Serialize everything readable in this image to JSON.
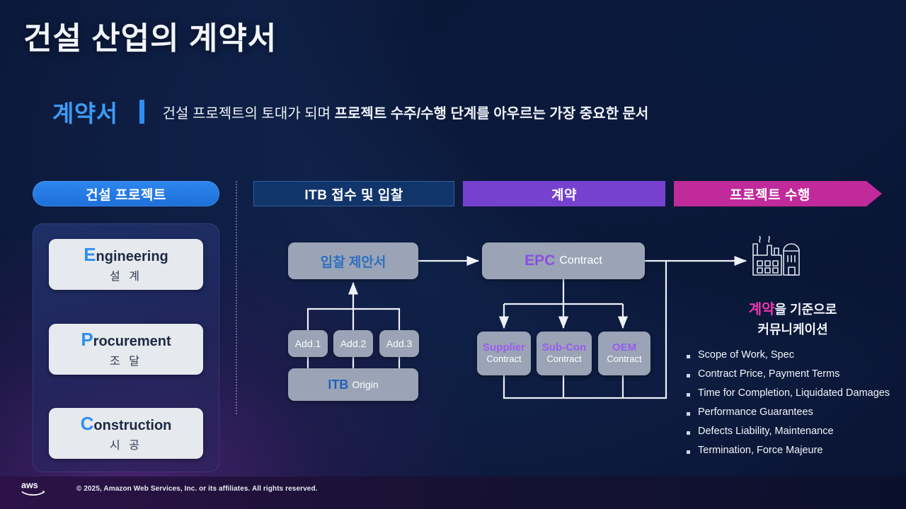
{
  "slide": {
    "title": "건설 산업의 계약서",
    "subtitle": {
      "key": "계약서",
      "text_plain_1": "건설 프로젝트의  토대가 되며 ",
      "text_bold": "프로젝트 수주/수행 단계를 아우르는 가장 중요한 문서"
    }
  },
  "phases": [
    {
      "label": "건설 프로젝트",
      "color": "#2e86ef"
    },
    {
      "label": "ITB 접수 및 입찰",
      "color": "#11356b"
    },
    {
      "label": "계약",
      "color": "#7641cf"
    },
    {
      "label": "프로젝트 수행",
      "color": "#c02a9a"
    }
  ],
  "epc_cards": [
    {
      "initial": "E",
      "rest": "ngineering",
      "korean": "설 계"
    },
    {
      "initial": "P",
      "rest": "rocurement",
      "korean": "조 달"
    },
    {
      "initial": "C",
      "rest": "onstruction",
      "korean": "시 공"
    }
  ],
  "diagram": {
    "bid_proposal": "입찰 제안서",
    "addenda": [
      "Add.1",
      "Add.2",
      "Add.3"
    ],
    "itb_origin": {
      "code": "ITB",
      "suffix": "Origin"
    },
    "epc_contract": {
      "code": "EPC",
      "suffix": "Contract"
    },
    "sub_contracts": [
      {
        "code": "Supplier",
        "suffix": "Contract"
      },
      {
        "code": "Sub-Con",
        "suffix": "Contract"
      },
      {
        "code": "OEM",
        "suffix": "Contract"
      }
    ]
  },
  "right": {
    "icon": "factory-icon",
    "headline_highlight": "계약",
    "headline_rest": "을 기준으로",
    "headline_line2": "커뮤니케이션",
    "bullets": [
      "Scope of Work, Spec",
      "Contract Price, Payment Terms",
      "Time for Completion, Liquidated Damages",
      "Performance Guarantees",
      "Defects Liability, Maintenance",
      "Termination, Force Majeure"
    ]
  },
  "footer": {
    "logo": "aws-logo",
    "copyright": "© 2025, Amazon Web Services, Inc. or its affiliates. All rights reserved."
  }
}
